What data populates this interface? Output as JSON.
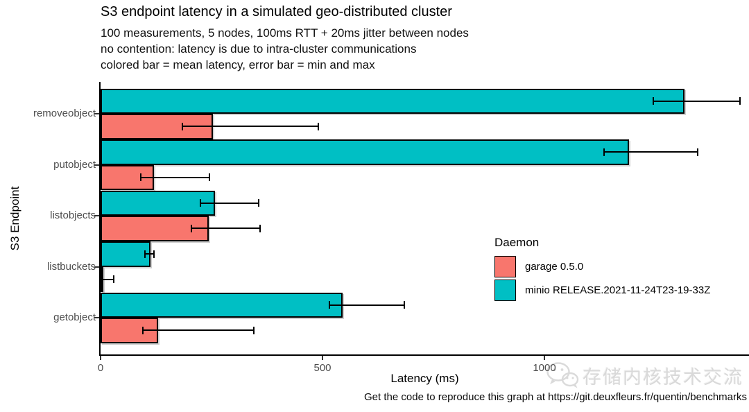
{
  "title": "S3 endpoint latency in a simulated geo-distributed cluster",
  "subtitle_lines": [
    "100 measurements, 5 nodes, 100ms RTT + 20ms jitter between nodes",
    "no contention: latency is due to intra-cluster communications",
    "colored bar = mean latency, error bar = min and max"
  ],
  "axes": {
    "y_title": "S3 Endpoint",
    "x_title": "Latency (ms)",
    "x_ticks": [
      "0",
      "500",
      "1000"
    ]
  },
  "legend": {
    "title": "Daemon",
    "items": [
      {
        "label": "garage 0.5.0",
        "color": "#F8766D"
      },
      {
        "label": "minio RELEASE.2021-11-24T23-19-33Z",
        "color": "#00BFC4"
      }
    ]
  },
  "caption": "Get the code to reproduce this graph at https://git.deuxfleurs.fr/quentin/benchmarks",
  "watermark": "存储内核技术交流",
  "chart_data": {
    "type": "bar",
    "orientation": "horizontal",
    "title": "S3 endpoint latency in a simulated geo-distributed cluster",
    "xlabel": "Latency (ms)",
    "ylabel": "S3 Endpoint",
    "xlim": [
      0,
      1460
    ],
    "grid": false,
    "legend_position": "inside-right",
    "error_bars": "min-max",
    "categories": [
      "removeobject",
      "putobject",
      "listobjects",
      "listbuckets",
      "getobject"
    ],
    "series": [
      {
        "name": "minio RELEASE.2021-11-24T23-19-33Z",
        "short": "minio",
        "color": "#00BFC4",
        "mean": [
          1315,
          1190,
          258,
          112,
          545
        ],
        "min": [
          1245,
          1135,
          225,
          100,
          515
        ],
        "max": [
          1440,
          1345,
          357,
          120,
          685
        ]
      },
      {
        "name": "garage 0.5.0",
        "short": "garage",
        "color": "#F8766D",
        "mean": [
          253,
          120,
          243,
          2,
          130
        ],
        "min": [
          185,
          90,
          205,
          1,
          95
        ],
        "max": [
          490,
          245,
          360,
          30,
          345
        ]
      }
    ]
  }
}
